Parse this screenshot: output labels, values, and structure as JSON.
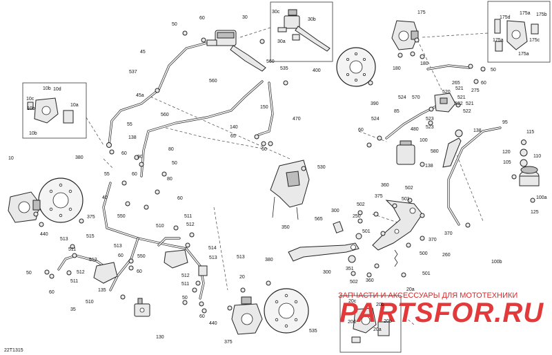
{
  "diagram": {
    "reference": "22T1315",
    "watermark": {
      "tagline": "ЗАПЧАСТИ И АКСЕССУАРЫ ДЛЯ МОТОТЕХНИКИ",
      "brand": "PARTSFOR.RU"
    },
    "labels": [
      {
        "id": "l-30",
        "text": "30"
      },
      {
        "id": "l-30c",
        "text": "30c"
      },
      {
        "id": "l-30b",
        "text": "30b"
      },
      {
        "id": "l-30a",
        "text": "30a"
      },
      {
        "id": "l-50a",
        "text": "50"
      },
      {
        "id": "l-60a",
        "text": "60"
      },
      {
        "id": "l-45",
        "text": "45"
      },
      {
        "id": "l-537",
        "text": "537"
      },
      {
        "id": "l-45a",
        "text": "45a"
      },
      {
        "id": "l-560a",
        "text": "560"
      },
      {
        "id": "l-560b",
        "text": "560"
      },
      {
        "id": "l-535a",
        "text": "535"
      },
      {
        "id": "l-150",
        "text": "150"
      },
      {
        "id": "l-140",
        "text": "140"
      },
      {
        "id": "l-470",
        "text": "470"
      },
      {
        "id": "l-65",
        "text": "65"
      },
      {
        "id": "l-60b",
        "text": "60"
      },
      {
        "id": "l-400",
        "text": "400"
      },
      {
        "id": "l-390",
        "text": "390"
      },
      {
        "id": "l-175",
        "text": "175"
      },
      {
        "id": "l-175d",
        "text": "175d"
      },
      {
        "id": "l-175a1",
        "text": "175a"
      },
      {
        "id": "l-175b",
        "text": "175b"
      },
      {
        "id": "l-175c",
        "text": "175c"
      },
      {
        "id": "l-175a2",
        "text": "175a"
      },
      {
        "id": "l-175a3",
        "text": "175a"
      },
      {
        "id": "l-180a",
        "text": "180"
      },
      {
        "id": "l-180b",
        "text": "180"
      },
      {
        "id": "l-50b",
        "text": "50"
      },
      {
        "id": "l-60c",
        "text": "60"
      },
      {
        "id": "l-265",
        "text": "265"
      },
      {
        "id": "l-521a",
        "text": "521"
      },
      {
        "id": "l-275",
        "text": "275"
      },
      {
        "id": "l-520",
        "text": "520"
      },
      {
        "id": "l-524",
        "text": "524"
      },
      {
        "id": "l-570",
        "text": "570"
      },
      {
        "id": "l-521b",
        "text": "521"
      },
      {
        "id": "l-522a",
        "text": "522"
      },
      {
        "id": "l-521c",
        "text": "521"
      },
      {
        "id": "l-522b",
        "text": "522"
      },
      {
        "id": "l-85",
        "text": "85"
      },
      {
        "id": "l-523a",
        "text": "523"
      },
      {
        "id": "l-523b",
        "text": "523"
      },
      {
        "id": "l-524b",
        "text": "524"
      },
      {
        "id": "l-60d",
        "text": "60"
      },
      {
        "id": "l-480",
        "text": "480"
      },
      {
        "id": "l-100",
        "text": "100"
      },
      {
        "id": "l-580",
        "text": "580"
      },
      {
        "id": "l-138a",
        "text": "138"
      },
      {
        "id": "l-138b",
        "text": "138"
      },
      {
        "id": "l-95",
        "text": "95"
      },
      {
        "id": "l-115",
        "text": "115"
      },
      {
        "id": "l-120",
        "text": "120"
      },
      {
        "id": "l-110",
        "text": "110"
      },
      {
        "id": "l-105",
        "text": "105"
      },
      {
        "id": "l-100a",
        "text": "100a"
      },
      {
        "id": "l-125",
        "text": "125"
      },
      {
        "id": "l-100b",
        "text": "100b"
      },
      {
        "id": "l-10b1",
        "text": "10b"
      },
      {
        "id": "l-10d",
        "text": "10d"
      },
      {
        "id": "l-10c",
        "text": "10c"
      },
      {
        "id": "l-10b2",
        "text": "10b"
      },
      {
        "id": "l-10a",
        "text": "10a"
      },
      {
        "id": "l-10b3",
        "text": "10b"
      },
      {
        "id": "l-10",
        "text": "10"
      },
      {
        "id": "l-380a",
        "text": "380"
      },
      {
        "id": "l-55a",
        "text": "55"
      },
      {
        "id": "l-60e",
        "text": "60"
      },
      {
        "id": "l-138c",
        "text": "138"
      },
      {
        "id": "l-560c",
        "text": "560"
      },
      {
        "id": "l-80a",
        "text": "80"
      },
      {
        "id": "l-90",
        "text": "90"
      },
      {
        "id": "l-80b",
        "text": "80"
      },
      {
        "id": "l-55b",
        "text": "55"
      },
      {
        "id": "l-60f",
        "text": "60"
      },
      {
        "id": "l-50c",
        "text": "50"
      },
      {
        "id": "l-40",
        "text": "40"
      },
      {
        "id": "l-60g",
        "text": "60"
      },
      {
        "id": "l-375a",
        "text": "375"
      },
      {
        "id": "l-440a",
        "text": "440"
      },
      {
        "id": "l-550",
        "text": "550"
      },
      {
        "id": "l-510a",
        "text": "510"
      },
      {
        "id": "l-511a",
        "text": "511"
      },
      {
        "id": "l-512a",
        "text": "512"
      },
      {
        "id": "l-513a",
        "text": "513"
      },
      {
        "id": "l-515",
        "text": "515"
      },
      {
        "id": "l-511b",
        "text": "511"
      },
      {
        "id": "l-513b",
        "text": "513"
      },
      {
        "id": "l-512b",
        "text": "512"
      },
      {
        "id": "l-50d",
        "text": "50"
      },
      {
        "id": "l-511c",
        "text": "511"
      },
      {
        "id": "l-512c",
        "text": "512"
      },
      {
        "id": "l-60h",
        "text": "60"
      },
      {
        "id": "l-510b",
        "text": "510"
      },
      {
        "id": "l-35",
        "text": "35"
      },
      {
        "id": "l-60i",
        "text": "60"
      },
      {
        "id": "l-550b",
        "text": "550"
      },
      {
        "id": "l-60j",
        "text": "60"
      },
      {
        "id": "l-135",
        "text": "135"
      },
      {
        "id": "l-130",
        "text": "130"
      },
      {
        "id": "l-513c",
        "text": "513"
      },
      {
        "id": "l-514",
        "text": "514"
      },
      {
        "id": "l-513d",
        "text": "513"
      },
      {
        "id": "l-512d",
        "text": "512"
      },
      {
        "id": "l-511d",
        "text": "511"
      },
      {
        "id": "l-50e",
        "text": "50"
      },
      {
        "id": "l-60k",
        "text": "60"
      },
      {
        "id": "l-440b",
        "text": "440"
      },
      {
        "id": "l-20",
        "text": "20"
      },
      {
        "id": "l-375b",
        "text": "375"
      },
      {
        "id": "l-380b",
        "text": "380"
      },
      {
        "id": "l-535b",
        "text": "535"
      },
      {
        "id": "l-530",
        "text": "530"
      },
      {
        "id": "l-565",
        "text": "565"
      },
      {
        "id": "l-350",
        "text": "350"
      },
      {
        "id": "l-300a",
        "text": "300"
      },
      {
        "id": "l-250",
        "text": "250"
      },
      {
        "id": "l-300b",
        "text": "300"
      },
      {
        "id": "l-351",
        "text": "351"
      },
      {
        "id": "l-502a",
        "text": "502"
      },
      {
        "id": "l-502b",
        "text": "502"
      },
      {
        "id": "l-502c",
        "text": "502"
      },
      {
        "id": "l-360a",
        "text": "360"
      },
      {
        "id": "l-360b",
        "text": "360"
      },
      {
        "id": "l-375c",
        "text": "375"
      },
      {
        "id": "l-501a",
        "text": "501"
      },
      {
        "id": "l-501b",
        "text": "501"
      },
      {
        "id": "l-370a",
        "text": "370"
      },
      {
        "id": "l-370b",
        "text": "370"
      },
      {
        "id": "l-500",
        "text": "500"
      },
      {
        "id": "l-260",
        "text": "260"
      },
      {
        "id": "l-501c",
        "text": "501"
      },
      {
        "id": "l-20a1",
        "text": "20a"
      },
      {
        "id": "l-20c",
        "text": "20c"
      },
      {
        "id": "l-20b1",
        "text": "20b"
      },
      {
        "id": "l-20d",
        "text": "20d"
      },
      {
        "id": "l-20b2",
        "text": "20b"
      },
      {
        "id": "l-20a2",
        "text": "20a"
      }
    ]
  }
}
